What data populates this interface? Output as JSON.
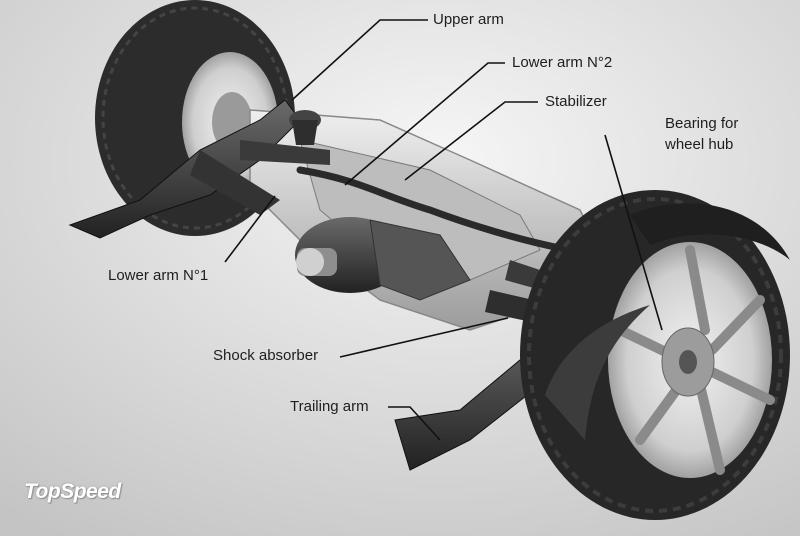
{
  "labels": {
    "upper_arm": "Upper arm",
    "lower_arm_2": "Lower arm N°2",
    "stabilizer": "Stabilizer",
    "bearing": "Bearing for\nwheel hub",
    "lower_arm_1": "Lower arm N°1",
    "shock_absorber": "Shock absorber",
    "trailing_arm": "Trailing arm"
  },
  "watermark": "TopSpeed",
  "colors": {
    "background_top": "#f4f4f4",
    "background_bottom": "#c9c9c9",
    "tire": "#2a2a2a",
    "metal_light": "#d6d6d6",
    "metal_dark": "#3a3a3a",
    "leader_line": "#111111"
  }
}
